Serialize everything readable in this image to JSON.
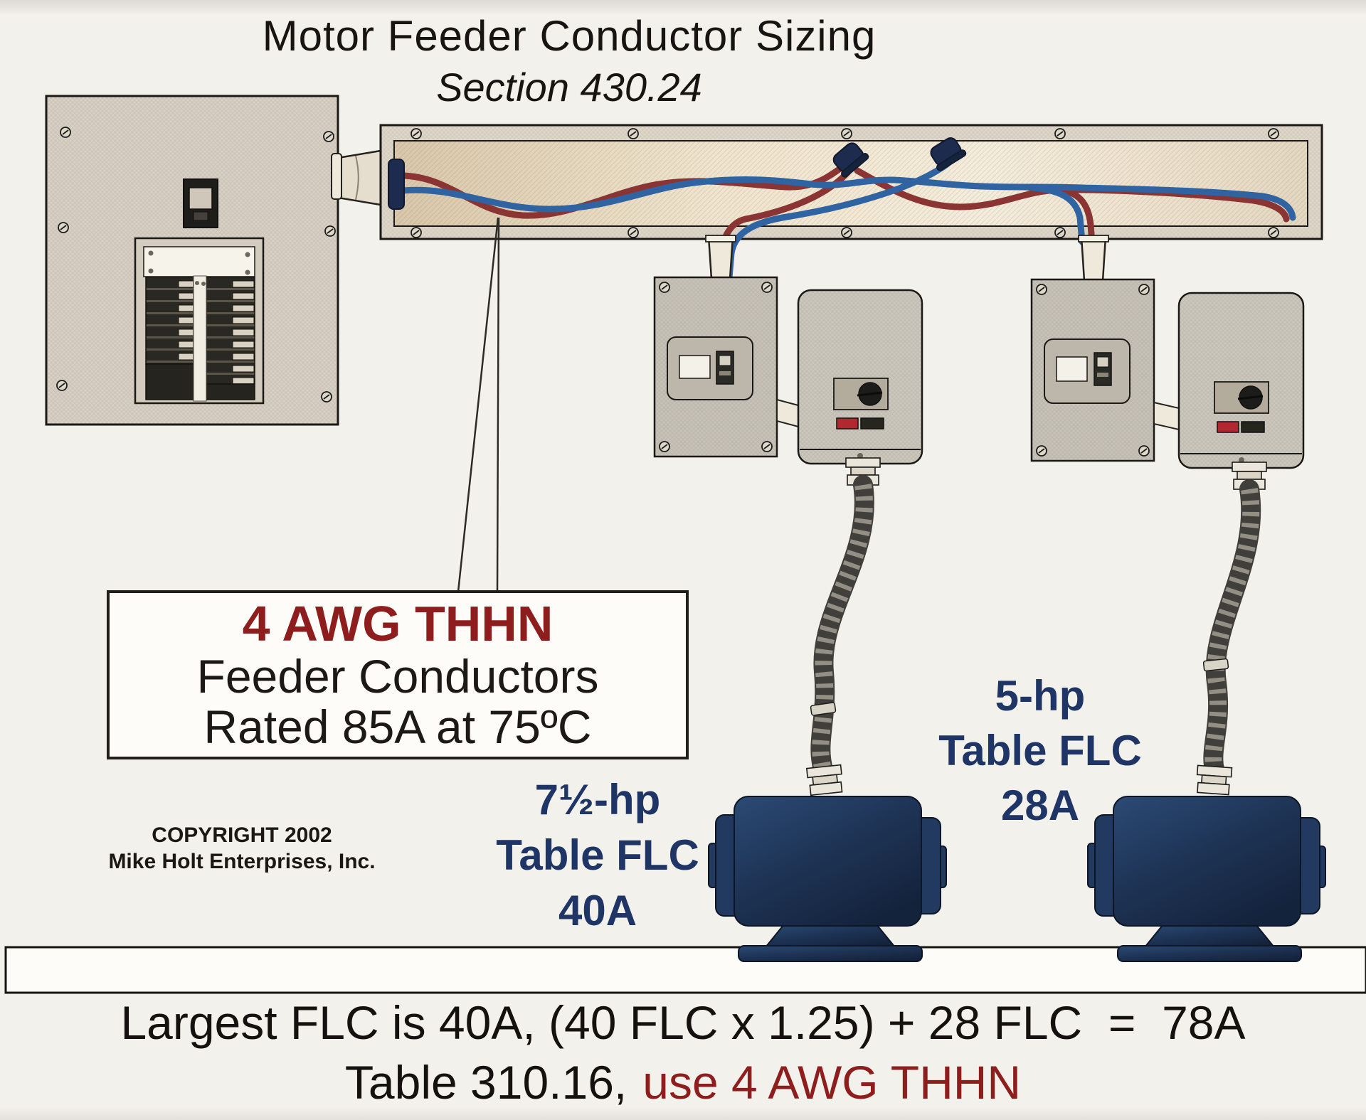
{
  "title": {
    "line1": "Motor Feeder Conductor Sizing",
    "line2": "Section 430.24"
  },
  "callout": {
    "heading": "4 AWG THHN",
    "line2": "Feeder Conductors",
    "line3": "Rated 85A at 75ºC"
  },
  "copyright": {
    "line1": "COPYRIGHT 2002",
    "line2": "Mike Holt Enterprises, Inc."
  },
  "labels": {
    "motor1": {
      "line1": "7½-hp",
      "line2": "Table FLC",
      "line3": "40A"
    },
    "motor2": {
      "line1": "5-hp",
      "line2": "Table FLC",
      "line3": "28A"
    }
  },
  "formula": {
    "line1": "Largest FLC is 40A, (40 FLC x 1.25) + 28 FLC  =  78A",
    "line2_black": "Table 310.16,",
    "line2_red": "use 4 AWG THHN"
  },
  "colors": {
    "highlight_red": "#8e1e1e",
    "label_navy": "#1e3566",
    "wire_red": "#8a3434",
    "wire_blue": "#2f63a2",
    "motor_navy": "#1d3253",
    "equipment_beige": "#d7d0c3",
    "floor_white": "#fdfcf9"
  }
}
